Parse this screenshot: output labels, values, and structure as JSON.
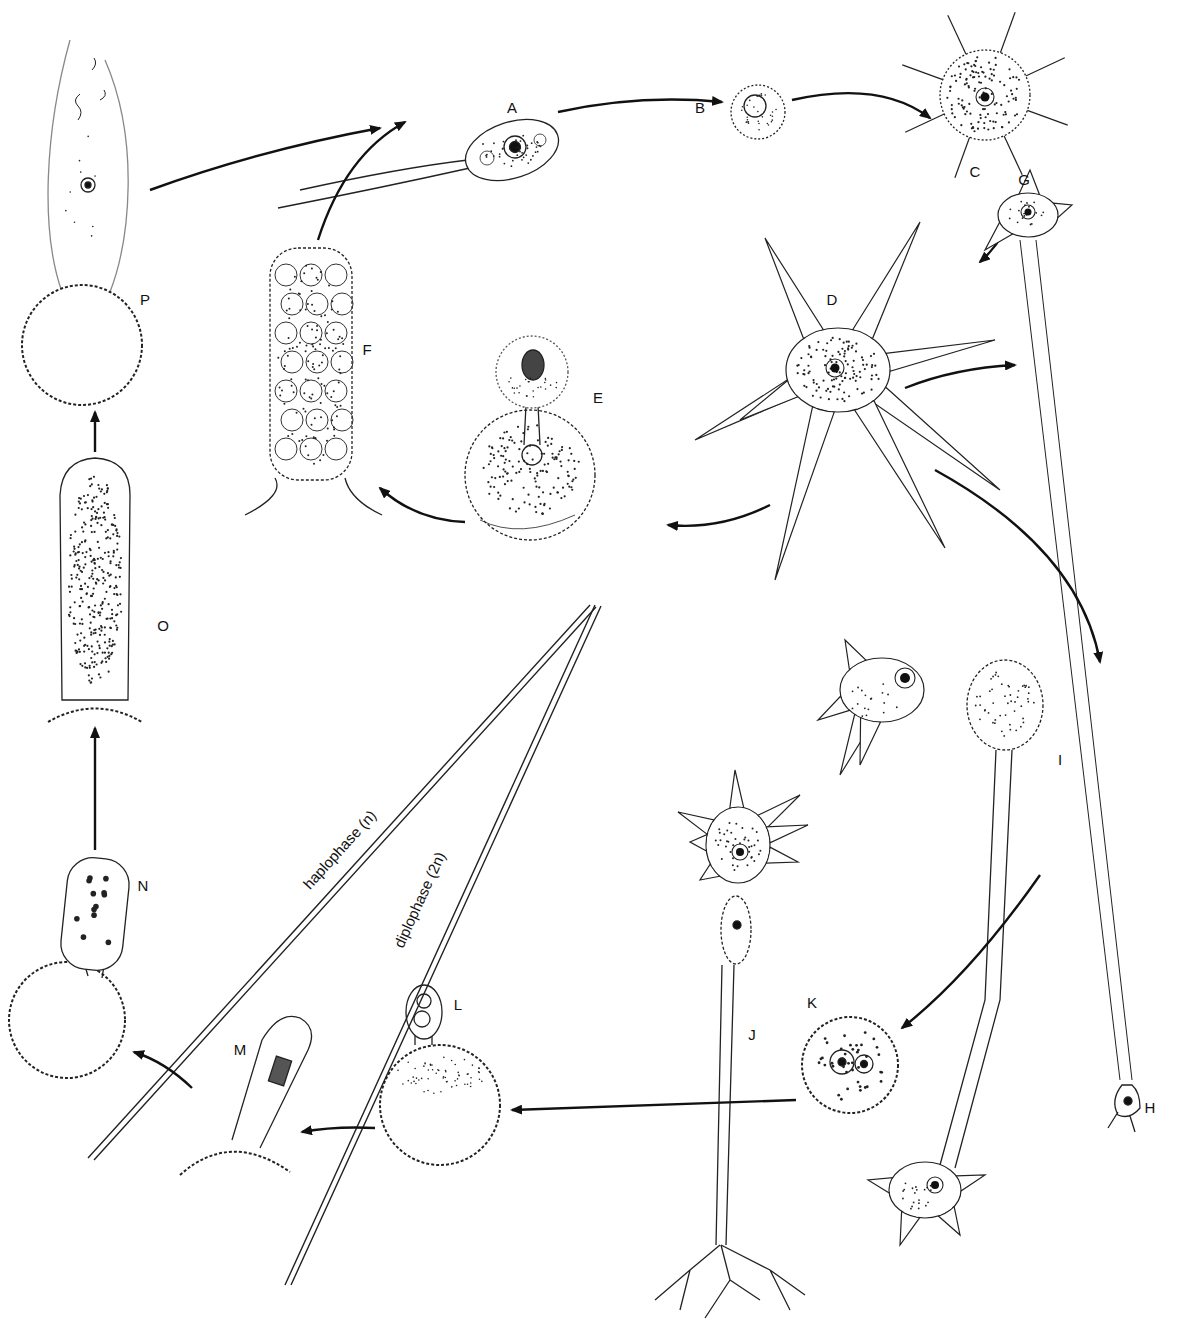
{
  "diagram": {
    "labels": [
      "A",
      "B",
      "C",
      "D",
      "E",
      "F",
      "G",
      "H",
      "I",
      "J",
      "K",
      "L",
      "M",
      "N",
      "O",
      "P",
      "haplophase (n)",
      "diplophase (2n)"
    ]
  }
}
